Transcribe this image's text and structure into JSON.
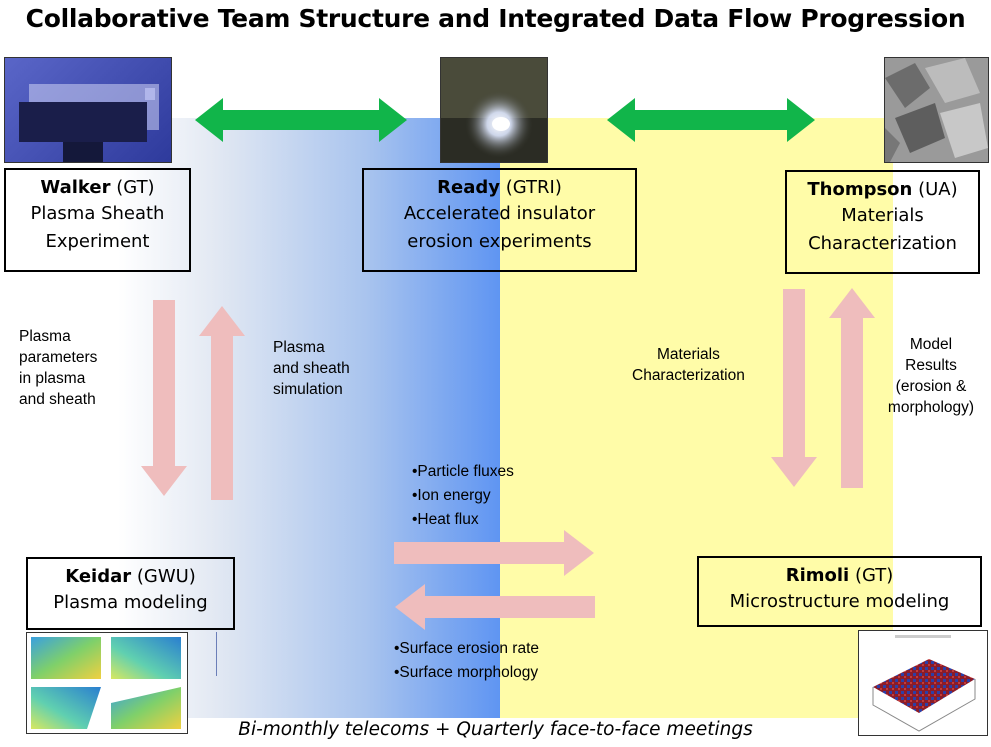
{
  "title": "Collaborative Team Structure and Integrated Data Flow Progression",
  "teams": {
    "walker": {
      "name": "Walker",
      "org": "(GT)",
      "desc": [
        "Plasma Sheath",
        "Experiment"
      ]
    },
    "ready": {
      "name": "Ready",
      "org": "(GTRI)",
      "desc": [
        "Accelerated insulator",
        "erosion experiments"
      ]
    },
    "thompson": {
      "name": "Thompson",
      "org": "(UA)",
      "desc": [
        "Materials",
        "Characterization"
      ]
    },
    "keidar": {
      "name": "Keidar",
      "org": "(GWU)",
      "desc": [
        "Plasma modeling"
      ]
    },
    "rimoli": {
      "name": "Rimoli",
      "org": "(GT)",
      "desc": [
        "Microstructure modeling"
      ]
    }
  },
  "labels": {
    "plasma_params": [
      "Plasma",
      "parameters",
      "in plasma",
      "and sheath"
    ],
    "plasma_sim": [
      "Plasma",
      "and sheath",
      "simulation"
    ],
    "materials_char": [
      "Materials",
      "Characterization"
    ],
    "model_results": [
      "Model",
      "Results",
      "(erosion &",
      "morphology)"
    ],
    "to_rimoli": [
      "•Particle fluxes",
      "•Ion energy",
      "•Heat flux"
    ],
    "to_keidar": [
      "•Surface erosion rate",
      "•Surface morphology"
    ]
  },
  "footer": "Bi-monthly telecoms + Quarterly face-to-face meetings",
  "colors": {
    "green_arrow": "#11b54a",
    "pink_arrow": "#efbdbd",
    "yellow_bg": "#fffca8",
    "blue_bg": "#5f95f2"
  }
}
